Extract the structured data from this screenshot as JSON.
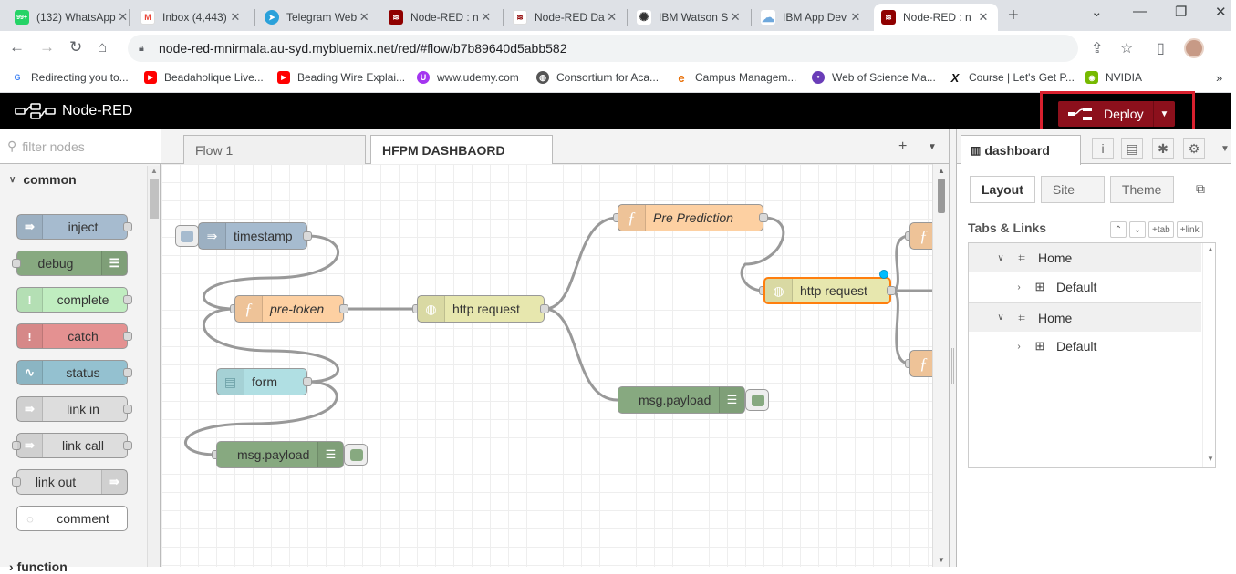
{
  "browser": {
    "tabs": [
      {
        "title": "(132) WhatsApp",
        "color": "#25d366",
        "glyph": "99+"
      },
      {
        "title": "Inbox (4,443)",
        "color": "#ea4335",
        "glyph": "M"
      },
      {
        "title": "Telegram Web",
        "color": "#2aa1da",
        "glyph": "➤"
      },
      {
        "title": "Node-RED : n",
        "color": "#8f0000",
        "glyph": "≋"
      },
      {
        "title": "Node-RED Da",
        "color": "#8f0000",
        "glyph": "≋"
      },
      {
        "title": "IBM Watson S",
        "color": "#555555",
        "glyph": "✺"
      },
      {
        "title": "IBM App Dev",
        "color": "#6fa8dc",
        "glyph": "☁"
      },
      {
        "title": "Node-RED : n",
        "color": "#8f0000",
        "glyph": "≋"
      }
    ],
    "url": "node-red-mnirmala.au-syd.mybluemix.net/red/#flow/b7b89640d5abb582",
    "bookmarks": [
      {
        "label": "Redirecting you to...",
        "color": "#4285f4",
        "glyph": "G"
      },
      {
        "label": "Beadaholique Live...",
        "color": "#ff0000",
        "glyph": "▶"
      },
      {
        "label": "Beading Wire Explai...",
        "color": "#ff0000",
        "glyph": "▶"
      },
      {
        "label": "www.udemy.com",
        "color": "#a435f0",
        "glyph": "U"
      },
      {
        "label": "Consortium for Aca...",
        "color": "#555555",
        "glyph": "◍"
      },
      {
        "label": "Campus Managem...",
        "color": "#e8710a",
        "glyph": "e"
      },
      {
        "label": "Web of Science Ma...",
        "color": "#6a3db8",
        "glyph": "●"
      },
      {
        "label": "Course | Let's Get P...",
        "color": "#111111",
        "glyph": "X"
      },
      {
        "label": "NVIDIA",
        "color": "#76b900",
        "glyph": "◉"
      }
    ]
  },
  "header": {
    "app_name": "Node-RED",
    "deploy_label": "Deploy"
  },
  "palette": {
    "filter_placeholder": "filter nodes",
    "category": "common",
    "next_category": "function",
    "nodes": [
      {
        "label": "inject",
        "color": "#a6bbcf",
        "icon": "⇛"
      },
      {
        "label": "debug",
        "color": "#87a980",
        "icon": "☰"
      },
      {
        "label": "complete",
        "color": "#c0edc0",
        "icon": "!"
      },
      {
        "label": "catch",
        "color": "#e49191",
        "icon": "!"
      },
      {
        "label": "status",
        "color": "#94c1d0",
        "icon": "∿"
      },
      {
        "label": "link in",
        "color": "#dddddd",
        "icon": "⇛"
      },
      {
        "label": "link call",
        "color": "#dddddd",
        "icon": "⇛"
      },
      {
        "label": "link out",
        "color": "#dddddd",
        "icon": "⇛"
      },
      {
        "label": "comment",
        "color": "#ffffff",
        "icon": "◌"
      }
    ]
  },
  "workspace": {
    "tabs": [
      "Flow 1",
      "HFPM DASHBAORD"
    ],
    "nodes": {
      "timestamp": "timestamp",
      "pretoken": "pre-token",
      "http1": "http request",
      "form": "form",
      "msgpayload1": "msg.payload",
      "preprediction": "Pre Prediction",
      "http2": "http request",
      "msgpayload2": "msg.payload"
    },
    "colors": {
      "inject": "#a6bbcf",
      "function": "#fdd0a2",
      "http": "#e7e7ae",
      "debug": "#87a980",
      "form": "#b0dfe3"
    }
  },
  "sidebar": {
    "tab_label": "dashboard",
    "subtabs": [
      "Layout",
      "Site",
      "Theme"
    ],
    "section_title": "Tabs & Links",
    "buttons": [
      "⌃",
      "⌄",
      "+tab",
      "+link"
    ],
    "tree": [
      {
        "label": "Home",
        "level": 0
      },
      {
        "label": "Default",
        "level": 1
      },
      {
        "label": "Home",
        "level": 0
      },
      {
        "label": "Default",
        "level": 1
      }
    ]
  }
}
